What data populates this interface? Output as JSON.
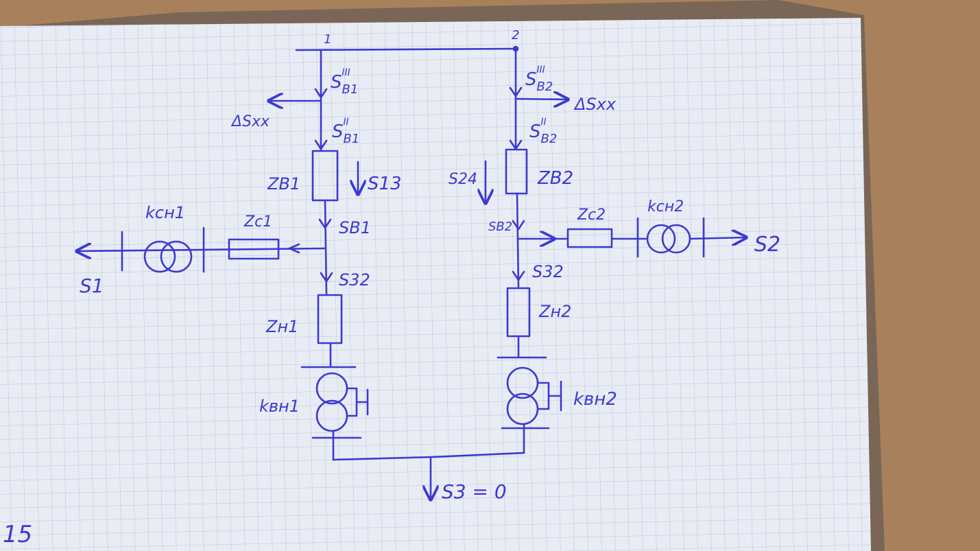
{
  "colors": {
    "ink": "#3b3ad0",
    "paper": "#e9ecf4",
    "grid": "#b7c5dc",
    "table_wood": "#a8815c",
    "back_cover": "#7a6656"
  },
  "nodes": {
    "node1": "1",
    "node2": "2"
  },
  "left_branch": {
    "flow_upper": "S",
    "flow_upper_sub": "B1",
    "flow_upper_sup": "III",
    "loss": "ΔSxx",
    "flow_mid": "S",
    "flow_mid_sub": "B1",
    "flow_mid_sup": "II",
    "impedance_b": "ZB1",
    "flow_13": "S13",
    "flow_lower": "SB1",
    "impedance_c": "Zc1",
    "transformer_c": "kсн1",
    "load": "S1",
    "flow_32": "S32",
    "impedance_h": "Zн1",
    "transformer_b": "kвн1"
  },
  "right_branch": {
    "flow_upper": "S",
    "flow_upper_sub": "B2",
    "flow_upper_sup": "III",
    "loss": "ΔSxx",
    "flow_mid": "S",
    "flow_mid_sub": "B2",
    "flow_mid_sup": "II",
    "flow_24": "S24",
    "impedance_b": "ZB2",
    "flow_lower": "SB2",
    "impedance_c": "Zc2",
    "transformer_c": "kсн2",
    "load": "S2",
    "flow_32": "S32",
    "impedance_h": "Zн2",
    "transformer_b": "kвн2"
  },
  "bottom": {
    "flow_3": "S3 = 0"
  },
  "margin_mark": "15"
}
